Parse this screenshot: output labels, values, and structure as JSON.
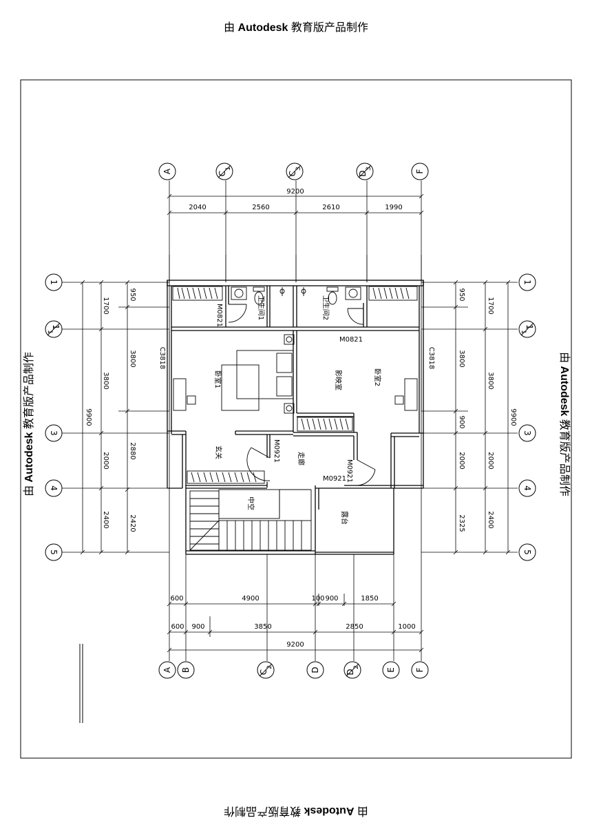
{
  "watermark": {
    "prefix": "由",
    "brand": "Autodesk",
    "suffix": "教育版产品制作"
  },
  "axes": {
    "top": [
      {
        "main": "A",
        "sub": ""
      },
      {
        "main": "C",
        "sub": "1"
      },
      {
        "main": "C",
        "sub": "3"
      },
      {
        "main": "D",
        "sub": "3"
      },
      {
        "main": "F",
        "sub": ""
      }
    ],
    "bottom": [
      {
        "main": "A",
        "sub": ""
      },
      {
        "main": "B",
        "sub": ""
      },
      {
        "main": "C",
        "sub": "2"
      },
      {
        "main": "D",
        "sub": ""
      },
      {
        "main": "D",
        "sub": "2"
      },
      {
        "main": "E",
        "sub": ""
      },
      {
        "main": "F",
        "sub": ""
      }
    ],
    "left": [
      {
        "main": "1",
        "sub": ""
      },
      {
        "main": "1",
        "sub": "1"
      },
      {
        "main": "3",
        "sub": ""
      },
      {
        "main": "4",
        "sub": ""
      },
      {
        "main": "5",
        "sub": ""
      }
    ],
    "right": [
      {
        "main": "1",
        "sub": ""
      },
      {
        "main": "1",
        "sub": "1"
      },
      {
        "main": "3",
        "sub": ""
      },
      {
        "main": "4",
        "sub": ""
      },
      {
        "main": "5",
        "sub": ""
      }
    ]
  },
  "dimensions": {
    "top_total": "9200",
    "top_segments": [
      "2040",
      "2560",
      "2610",
      "1990"
    ],
    "bottom_row1": [
      "600",
      "4900",
      "100",
      "900",
      "1850"
    ],
    "bottom_row2": [
      "600",
      "900",
      "3850",
      "2850",
      "1000"
    ],
    "bottom_total": "9200",
    "left_outer": [
      "9900"
    ],
    "left_mid": [
      "1700",
      "3800",
      "2000",
      "2400"
    ],
    "left_inner": [
      "950",
      "3800",
      "2880",
      "2420"
    ],
    "right_inner": [
      "950",
      "3800",
      "900",
      "2000",
      "2325"
    ],
    "right_mid": [
      "1700",
      "3800",
      "2000",
      "2400"
    ],
    "right_outer": [
      "9900"
    ]
  },
  "rooms": {
    "bath1": "卫生间1",
    "bath2": "卫生间2",
    "bedroom1": "卧室1",
    "bedroom2": "卧室2",
    "av_room": "影映室",
    "foyer": "玄关",
    "corridor": "走廊",
    "void": "中空",
    "terrace": "露台"
  },
  "openings": {
    "door_m0821_left": "M0821",
    "door_m0821_right": "M0821",
    "door_m0921_a": "M0921",
    "door_m0921_b": "M0921",
    "door_m0921_c": "M0921",
    "window_c3818_left": "C3818",
    "window_c3818_right": "C3818"
  }
}
